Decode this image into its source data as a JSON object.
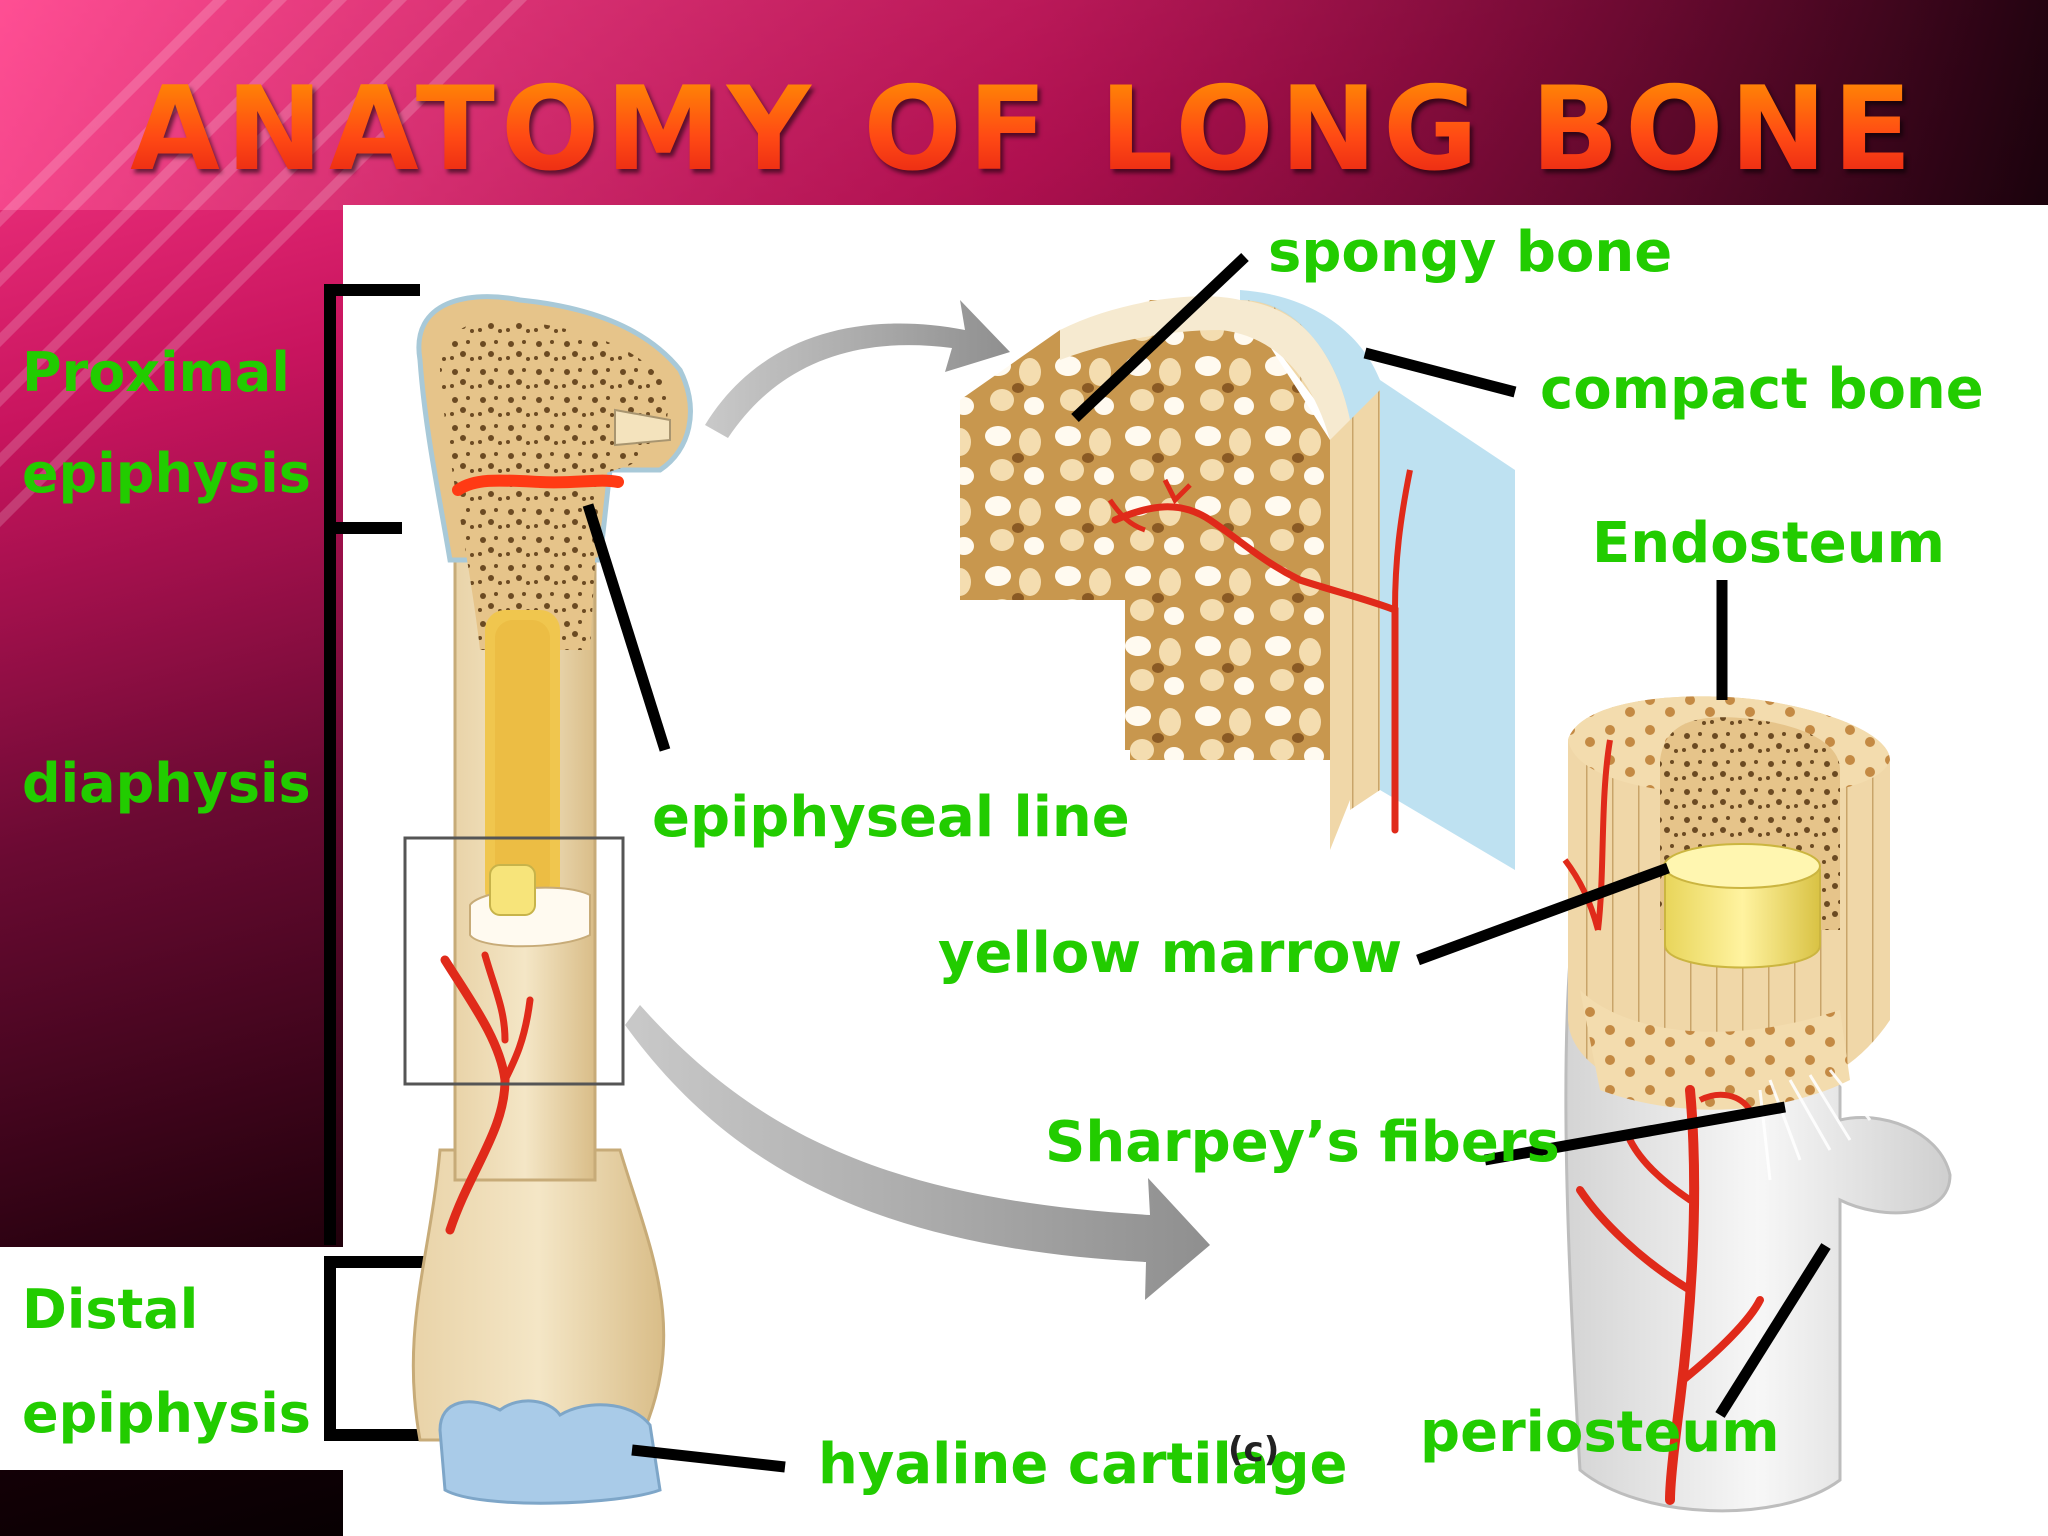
{
  "title": "ANATOMY OF LONG BONE",
  "regions": {
    "proximal_line1": "Proximal",
    "proximal_line2": "epiphysis",
    "diaphysis": "diaphysis",
    "distal_line1": "Distal",
    "distal_line2": "epiphysis"
  },
  "labels": {
    "spongy_bone": "spongy bone",
    "compact_bone": "compact bone",
    "endosteum": "Endosteum",
    "epiphyseal_line": "epiphyseal line",
    "yellow_marrow": "yellow marrow",
    "sharpeys_fibers": "Sharpey’s fibers",
    "periosteum": "periosteum",
    "hyaline_cartilage": "hyaline cartilage"
  },
  "figure_letter": "(c)",
  "colors": {
    "label_green": "#22cc00",
    "title_orange": "#ff5a1c",
    "bone_tan": "#e8cfa0",
    "artery_red": "#e02a1a",
    "cartilage_blue": "#a9cbe8"
  }
}
